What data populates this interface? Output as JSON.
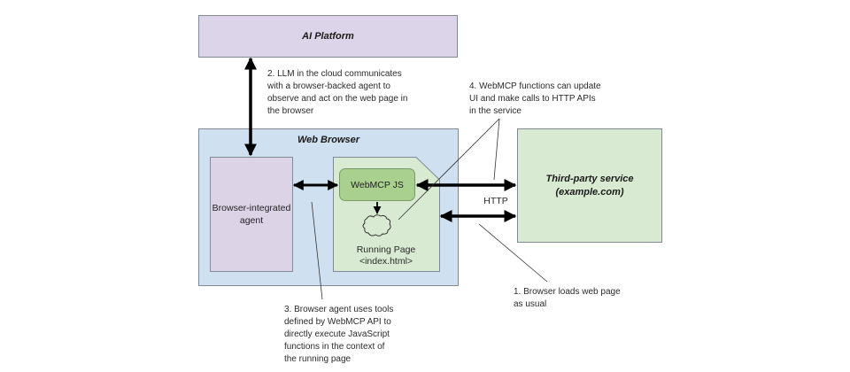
{
  "ai_platform": {
    "title": "AI Platform"
  },
  "web_browser": {
    "title": "Web Browser"
  },
  "agent": {
    "label_line1": "Browser-integrated",
    "label_line2": "agent"
  },
  "webmcp": {
    "label": "WebMCP JS"
  },
  "running_page": {
    "label_line1": "Running Page",
    "label_line2": "<index.html>"
  },
  "service": {
    "title_line1": "Third-party service",
    "title_line2": "(example.com)"
  },
  "http_label": "HTTP",
  "notes": {
    "step1": "1. Browser loads web page as usual",
    "step2": "2. LLM in the cloud communicates with a browser-backed agent to observe and act on the web page in the browser",
    "step3": "3. Browser agent uses tools defined by WebMCP API to directly execute JavaScript functions in the context of the running page",
    "step4": "4. WebMCP functions can update UI and make calls to HTTP APIs in the service"
  },
  "colors": {
    "ai_platform_fill": "#dcd4e8",
    "browser_fill": "#cfe0f0",
    "agent_fill": "#ddd3e7",
    "page_fill": "#d9ead3",
    "webmcp_fill": "#a9d08e",
    "service_fill": "#d9ead3"
  }
}
